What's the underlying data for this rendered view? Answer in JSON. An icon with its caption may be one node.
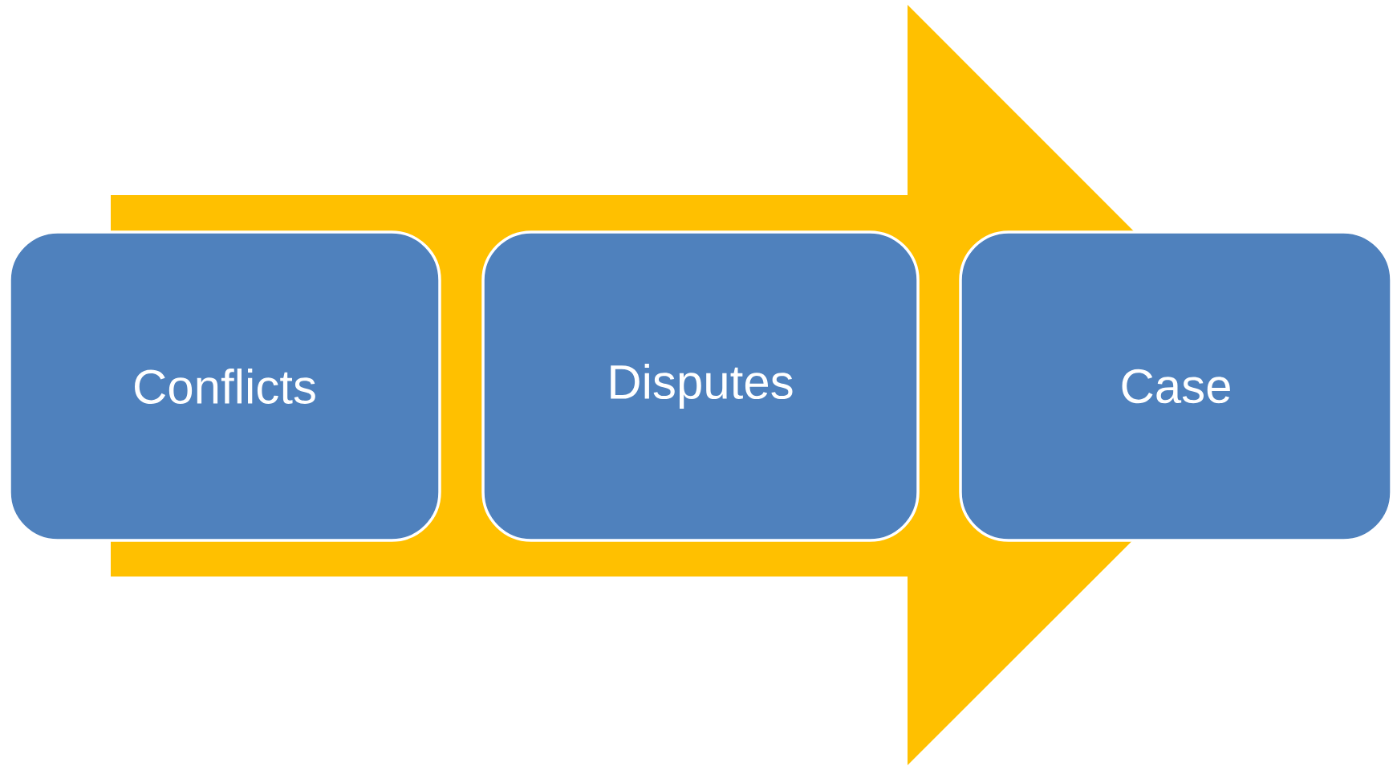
{
  "diagram": {
    "nodes": [
      {
        "text": [
          "Conflicts"
        ]
      },
      {
        "text": [
          "Disputes"
        ]
      },
      {
        "text": [
          "Case"
        ]
      }
    ],
    "edges": [
      {
        "from": 0,
        "to": 2,
        "arrow": "to"
      }
    ]
  }
}
